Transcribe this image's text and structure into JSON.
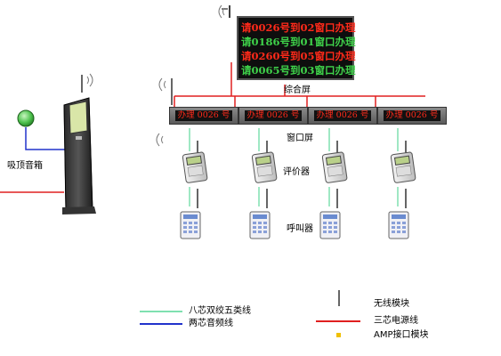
{
  "composite_screen": {
    "lines": [
      {
        "text": "请0026号到02窗口办理",
        "color": "#ff2a1a"
      },
      {
        "text": "请0186号到01窗口办理",
        "color": "#3fd24a"
      },
      {
        "text": "请0260号到05窗口办理",
        "color": "#ff2a1a"
      },
      {
        "text": "请0065号到03窗口办理",
        "color": "#3fd24a"
      }
    ],
    "label": "综合屏"
  },
  "window_screens": {
    "displays": [
      "办理 0026 号",
      "办理 0026 号",
      "办理 0026 号",
      "办理 0026 号"
    ],
    "label": "窗口屏"
  },
  "evaluator": {
    "label": "评价器"
  },
  "caller": {
    "label": "呼叫器"
  },
  "speaker": {
    "label": "吸顶音箱"
  },
  "legend": {
    "left": [
      {
        "label": "八芯双绞五类线",
        "color": "#7fe0b0"
      },
      {
        "label": "两芯音频线",
        "color": "#2233cc"
      }
    ],
    "right": [
      {
        "label": "无线模块",
        "icon": "antenna-icon"
      },
      {
        "label": "三芯电源线",
        "color": "#e02020"
      },
      {
        "label": "AMP接口模块",
        "color": "#f0c000"
      }
    ]
  },
  "colors": {
    "power_line": "#e02020",
    "data_line": "#7fe0b0",
    "audio_line": "#2233cc"
  }
}
